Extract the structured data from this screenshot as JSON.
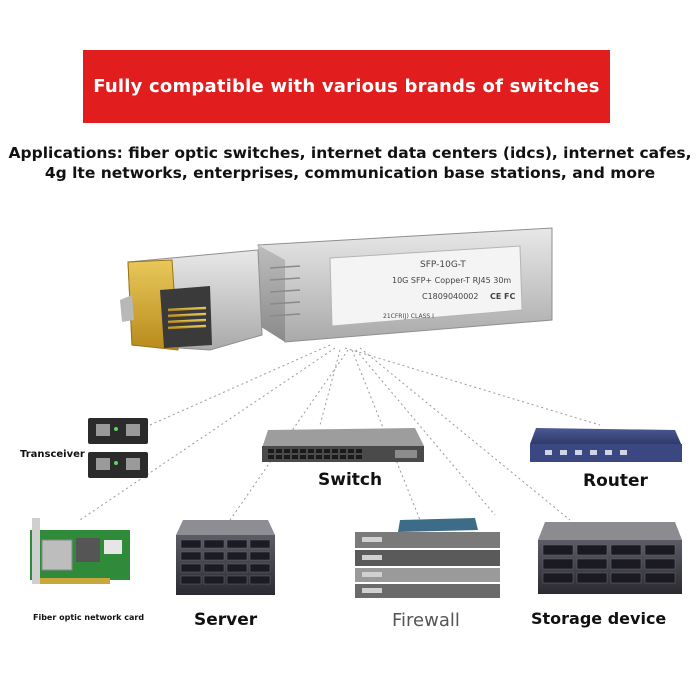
{
  "banner": {
    "text": "Fully compatible with various brands of switches",
    "color": "#e21d1d"
  },
  "applications": {
    "line1": "Applications: fiber optic switches, internet data centers (idcs), internet cafes,",
    "line2": "4g lte networks, enterprises, communication base stations, and more"
  },
  "module": {
    "model": "SFP-10G-T",
    "description": "10G SFP+ Copper-T RJ45 30m",
    "serial": "C1809040002",
    "class": "21CFR(J) CLASS I",
    "ce": "CE",
    "fc": "FC"
  },
  "devices": {
    "transceiver": "Transceiver",
    "switch": "Switch",
    "router": "Router",
    "network_card": "Fiber optic network card",
    "server": "Server",
    "firewall": "Firewall",
    "storage": "Storage device"
  }
}
